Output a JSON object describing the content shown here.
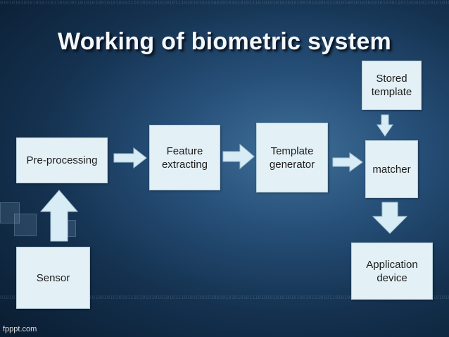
{
  "title": "Working of biometric system",
  "nodes": {
    "stored_template": "Stored\ntemplate",
    "pre_processing": "Pre-processing",
    "feature_extracting": "Feature\nextracting",
    "template_generator": "Template\ngenerator",
    "matcher": "matcher",
    "application_device": "Application\ndevice",
    "sensor": "Sensor"
  },
  "background_pattern": "0101010101010101101101010110101010010101010111010101010101011101010101010010101010101110101010101010100101010101101010",
  "watermark": "fpppt.com",
  "colors": {
    "box_fill": "#e3f0f6",
    "arrow_fill": "#d8ecf5",
    "title": "#f4f8fc",
    "background_dark": "#0a1c30",
    "background_light": "#3f6f97"
  }
}
